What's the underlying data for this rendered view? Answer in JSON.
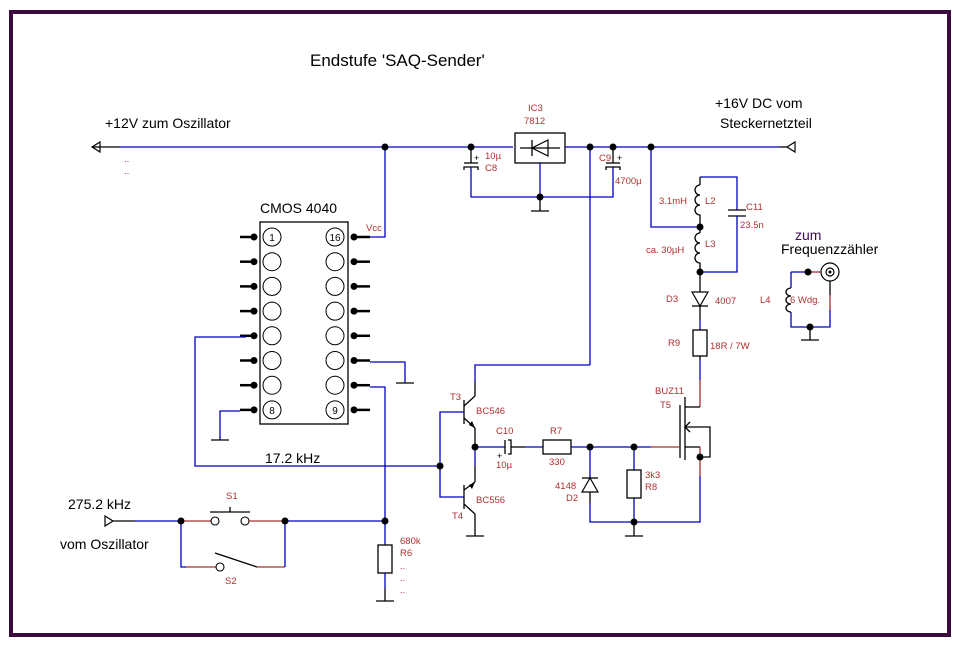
{
  "title": "Endstufe 'SAQ-Sender'",
  "connectors": {
    "out_12v": "+12V zum Oszillator",
    "in_16v_line1": "+16V DC vom",
    "in_16v_line2": "Steckernetzteil",
    "input_freq": "275.2 kHz",
    "input_source": "vom Oszillator",
    "counter_line1": "zum",
    "counter_line2": "Frequenzzähler",
    "divided_freq": "17.2 kHz",
    "dots": ".."
  },
  "ic": {
    "name": "CMOS 4040",
    "vcc_label": "Vcc",
    "pin_labels": {
      "p1": "1",
      "p8": "8",
      "p9": "9",
      "p16": "16"
    }
  },
  "components": {
    "ic3": {
      "ref": "IC3",
      "value": "7812"
    },
    "c8": {
      "ref": "C8",
      "value": "10µ"
    },
    "c9": {
      "ref": "C9",
      "value": "4700µ"
    },
    "c10": {
      "ref": "C10",
      "value": "10µ"
    },
    "c11": {
      "ref": "C11",
      "value": "23.5n"
    },
    "l2": {
      "ref": "L2",
      "value": "3.1mH"
    },
    "l3": {
      "ref": "L3",
      "value": "ca. 30µH"
    },
    "l4": {
      "ref": "L4",
      "value": "6 Wdg."
    },
    "d2": {
      "ref": "D2",
      "value": "4148"
    },
    "d3": {
      "ref": "D3",
      "value": "4007"
    },
    "r6": {
      "ref": "R6",
      "value": "680k"
    },
    "r7": {
      "ref": "R7",
      "value": "330"
    },
    "r8": {
      "ref": "R8",
      "value": "3k3"
    },
    "r9": {
      "ref": "R9",
      "value": "18R / 7W"
    },
    "t3": {
      "ref": "T3",
      "value": "BC546"
    },
    "t4": {
      "ref": "T4",
      "value": "BC556"
    },
    "t5": {
      "ref": "T5",
      "value": "BUZ11"
    },
    "s1": {
      "ref": "S1"
    },
    "s2": {
      "ref": "S2"
    }
  },
  "colors": {
    "frame": "#3c0a3c",
    "wire": "#0000c0",
    "label": "#b03030"
  }
}
